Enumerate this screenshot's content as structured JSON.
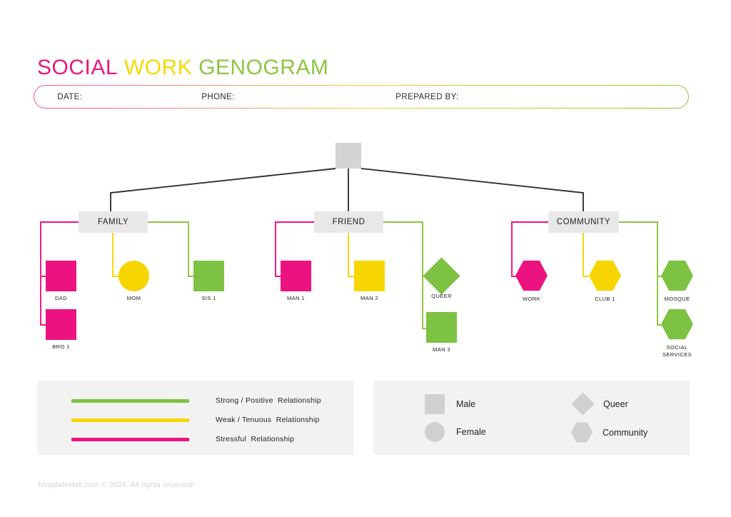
{
  "title": {
    "part1": "SOCIAL",
    "part2": "WORK",
    "part3": "GENOGRAM",
    "color1": "#e6187f",
    "color2": "#f5d800",
    "color3": "#8cc63f"
  },
  "header": {
    "date_label": "DATE:",
    "phone_label": "PHONE:",
    "prepared_by_label": "PREPARED BY:"
  },
  "colors": {
    "pink": "#ec1380",
    "yellow": "#f7d500",
    "green": "#7dc242",
    "gray_shape": "#d4d4d4",
    "gray_box": "#e8e8e8",
    "line_dark": "#333333",
    "legend_bg": "#f2f2f2"
  },
  "diagram": {
    "root": {
      "label": "",
      "shape": "square"
    },
    "branches": [
      {
        "label": "FAMILY",
        "children": [
          {
            "label": "DAD",
            "shape": "square",
            "relation": "stressful"
          },
          {
            "label": "BRO 1",
            "shape": "square",
            "relation": "stressful"
          },
          {
            "label": "MOM",
            "shape": "circle",
            "relation": "weak"
          },
          {
            "label": "SIS 1",
            "shape": "square",
            "relation": "strong"
          }
        ]
      },
      {
        "label": "FRIEND",
        "children": [
          {
            "label": "MAN 1",
            "shape": "square",
            "relation": "stressful"
          },
          {
            "label": "MAN 2",
            "shape": "square",
            "relation": "weak"
          },
          {
            "label": "QUEER",
            "shape": "diamond",
            "relation": "strong"
          },
          {
            "label": "MAN 3",
            "shape": "square",
            "relation": "strong"
          }
        ]
      },
      {
        "label": "COMMUNITY",
        "children": [
          {
            "label": "WORK",
            "shape": "hexagon",
            "relation": "stressful"
          },
          {
            "label": "CLUB 1",
            "shape": "hexagon",
            "relation": "weak"
          },
          {
            "label": "MOSQUE",
            "shape": "hexagon",
            "relation": "strong"
          },
          {
            "label": "SOCIAL\nSERVICES",
            "shape": "hexagon",
            "relation": "strong"
          }
        ]
      }
    ]
  },
  "legend_lines": {
    "items": [
      {
        "label": "Strong / Positive  Relationship",
        "color": "#7dc242"
      },
      {
        "label": "Weak / Tenuous  Relationship",
        "color": "#f7d500"
      },
      {
        "label": "Stressful  Relationship",
        "color": "#ec1380"
      }
    ]
  },
  "legend_shapes": {
    "items": [
      {
        "label": "Male",
        "shape": "square"
      },
      {
        "label": "Female",
        "shape": "circle"
      },
      {
        "label": "Queer",
        "shape": "diamond"
      },
      {
        "label": "Community",
        "shape": "hexagon"
      }
    ]
  },
  "footer": {
    "text": "TemplateHall.com © 2024. All rights reserved."
  }
}
